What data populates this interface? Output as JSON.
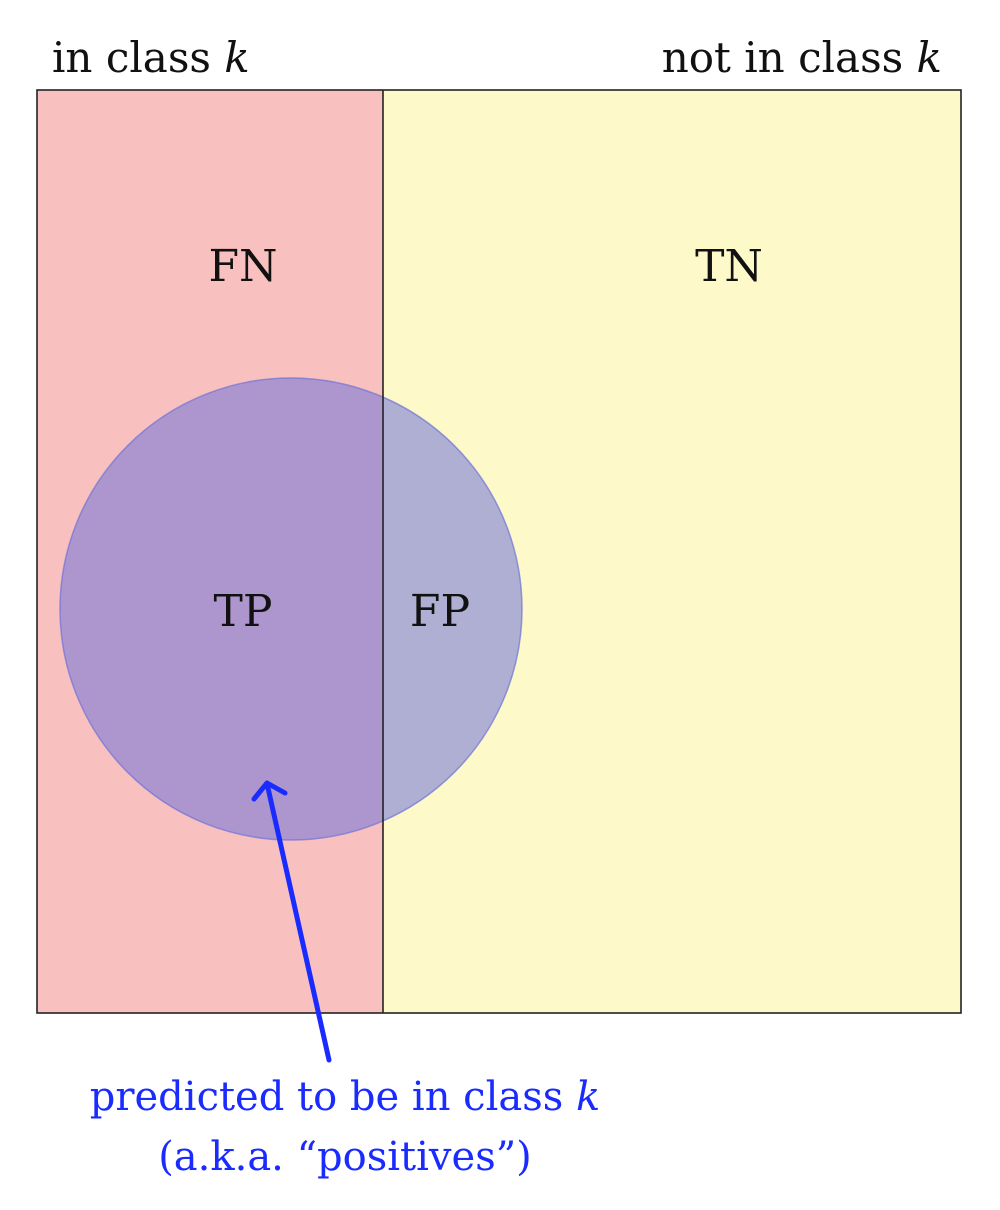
{
  "headers": {
    "left": {
      "text": "in class ",
      "variable": "k"
    },
    "right": {
      "text": "not in class ",
      "variable": "k"
    }
  },
  "regions": {
    "fn": "FN",
    "tn": "TN",
    "tp": "TP",
    "fp": "FP"
  },
  "caption": {
    "line1": {
      "text": "predicted to be in class ",
      "variable": "k"
    },
    "line2": "(a.k.a. “positives”)"
  },
  "colors": {
    "class_region": "#f8c0bf",
    "not_class_region": "#fdf9c9",
    "predicted_circle": "#6e72d8",
    "predicted_circle_opacity": 0.55,
    "arrow": "#1a2bff",
    "border": "#222222"
  }
}
